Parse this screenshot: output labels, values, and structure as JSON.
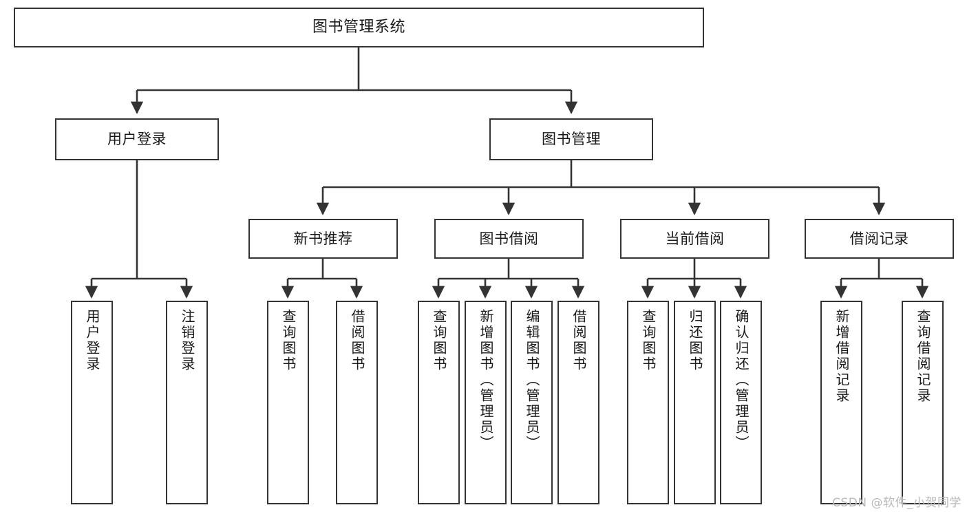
{
  "diagram": {
    "title": "图书管理系统",
    "type": "tree-hierarchy-chart",
    "watermark": "CSDN @软件_小贺同学",
    "colors": {
      "box_border": "#333333",
      "box_fill": "#ffffff",
      "connector": "#333333",
      "text": "#1a1a1a",
      "watermark": "#b9b9b9",
      "background": "#ffffff"
    },
    "levels": {
      "root": {
        "label": "图书管理系统"
      },
      "level2": [
        {
          "id": "user-login",
          "label": "用户登录"
        },
        {
          "id": "book-manage",
          "label": "图书管理"
        }
      ],
      "level3": [
        {
          "id": "new-book-recommend",
          "label": "新书推荐",
          "parent": "book-manage"
        },
        {
          "id": "book-borrow",
          "label": "图书借阅",
          "parent": "book-manage"
        },
        {
          "id": "current-borrow",
          "label": "当前借阅",
          "parent": "book-manage"
        },
        {
          "id": "borrow-record",
          "label": "借阅记录",
          "parent": "book-manage"
        }
      ],
      "leaves": [
        {
          "id": "leaf-user-login",
          "label": "用户登录",
          "parent": "user-login"
        },
        {
          "id": "leaf-logout",
          "label": "注销登录",
          "parent": "user-login"
        },
        {
          "id": "leaf-query-book-1",
          "label": "查询图书",
          "parent": "new-book-recommend"
        },
        {
          "id": "leaf-borrow-book-1",
          "label": "借阅图书",
          "parent": "new-book-recommend"
        },
        {
          "id": "leaf-query-book-2",
          "label": "查询图书",
          "parent": "book-borrow"
        },
        {
          "id": "leaf-add-book",
          "label": "新增图书（管理员）",
          "parent": "book-borrow"
        },
        {
          "id": "leaf-edit-book",
          "label": "编辑图书（管理员）",
          "parent": "book-borrow"
        },
        {
          "id": "leaf-borrow-book-2",
          "label": "借阅图书",
          "parent": "book-borrow"
        },
        {
          "id": "leaf-query-book-3",
          "label": "查询图书",
          "parent": "current-borrow"
        },
        {
          "id": "leaf-return-book",
          "label": "归还图书",
          "parent": "current-borrow"
        },
        {
          "id": "leaf-confirm-return",
          "label": "确认归还（管理员）",
          "parent": "current-borrow"
        },
        {
          "id": "leaf-add-record",
          "label": "新增借阅记录",
          "parent": "borrow-record"
        },
        {
          "id": "leaf-query-record",
          "label": "查询借阅记录",
          "parent": "borrow-record"
        }
      ]
    }
  }
}
